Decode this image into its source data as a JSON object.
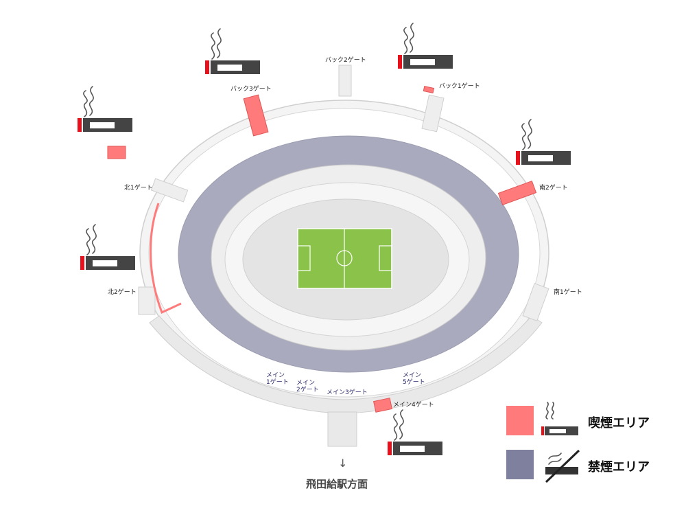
{
  "gates": {
    "back2": "バック2ゲート",
    "back1": "バック1ゲート",
    "back3": "バック3ゲート",
    "north1": "北1ゲート",
    "north2": "北2ゲート",
    "south2": "南2ゲート",
    "south1": "南1ゲート",
    "main1_line1": "メイン",
    "main1_line2": "1ゲート",
    "main2_line1": "メイン",
    "main2_line2": "2ゲート",
    "main3": "メイン3ゲート",
    "main5_line1": "メイン",
    "main5_line2": "5ゲート",
    "main4": "メイン4ゲート"
  },
  "direction": {
    "arrow": "↓",
    "label": "飛田給駅方面"
  },
  "legend": {
    "smoking": {
      "label": "喫煙エリア",
      "color": "#ff7b7b",
      "icon": "smoking-icon"
    },
    "non_smoking": {
      "label": "禁煙エリア",
      "color": "#7e809e",
      "icon": "no-smoking-icon"
    }
  },
  "colors": {
    "concourse": "#a9aabd",
    "pitch": "#8bc34a",
    "stand": "#eeeeee",
    "outer": "#e9e9e9",
    "smoking_area": "#ff7b7b"
  }
}
